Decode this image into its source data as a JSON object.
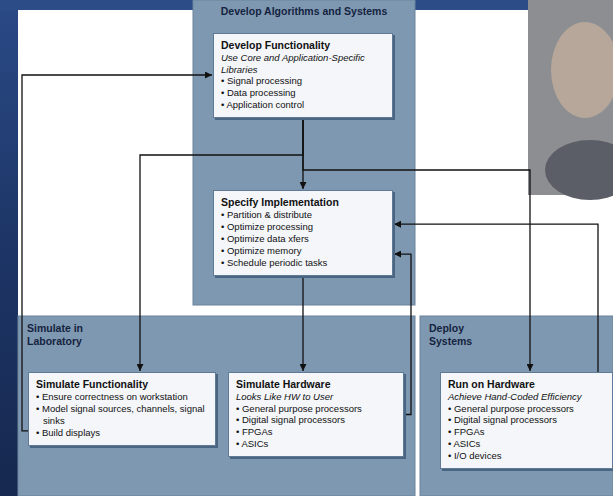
{
  "diagram": {
    "nodes": [
      {
        "text": [
          "Develop Algorithms and Systems"
        ]
      },
      {
        "text": [
          "Develop Functionality",
          "Use Core and Application-Specific Libraries",
          "• Signal processing",
          "• Data processing",
          "• Application control"
        ],
        "in": 0
      },
      {
        "text": [
          "Specify Implementation",
          "• Partition & distribute",
          "• Optimize processing",
          "• Optimize data xfers",
          "• Optimize memory",
          "• Schedule periodic tasks"
        ],
        "in": 0
      },
      {
        "text": [
          "Simulate in Laboratory"
        ]
      },
      {
        "text": [
          "Simulate Functionality",
          "• Ensure correctness on workstation",
          "• Model signal sources, channels, signal sinks",
          "• Build displays"
        ],
        "in": 3
      },
      {
        "text": [
          "Simulate Hardware",
          "Looks Like HW to User",
          "• General purpose processors",
          "• Digital signal processors",
          "• FPGAs",
          "• ASICs"
        ],
        "in": 3
      },
      {
        "text": [
          "Deploy Systems"
        ]
      },
      {
        "text": [
          "Run on Hardware",
          "Achieve Hand-Coded Efficiency",
          "• General purpose processors",
          "• Digital signal processors",
          "• FPGAs",
          "• ASICs",
          "• I/O devices"
        ],
        "in": 6
      }
    ],
    "edges": [
      {
        "from": 1,
        "to": 2,
        "arrow": "to"
      },
      {
        "from": 4,
        "to": 1,
        "arrow": "to"
      },
      {
        "from": 1,
        "to": 4,
        "arrow": "to"
      },
      {
        "from": 1,
        "to": 7,
        "arrow": "to"
      },
      {
        "from": 2,
        "to": 5,
        "arrow": "to"
      },
      {
        "from": 5,
        "to": 2,
        "arrow": "to"
      },
      {
        "from": 7,
        "to": 2,
        "arrow": "to"
      }
    ]
  }
}
